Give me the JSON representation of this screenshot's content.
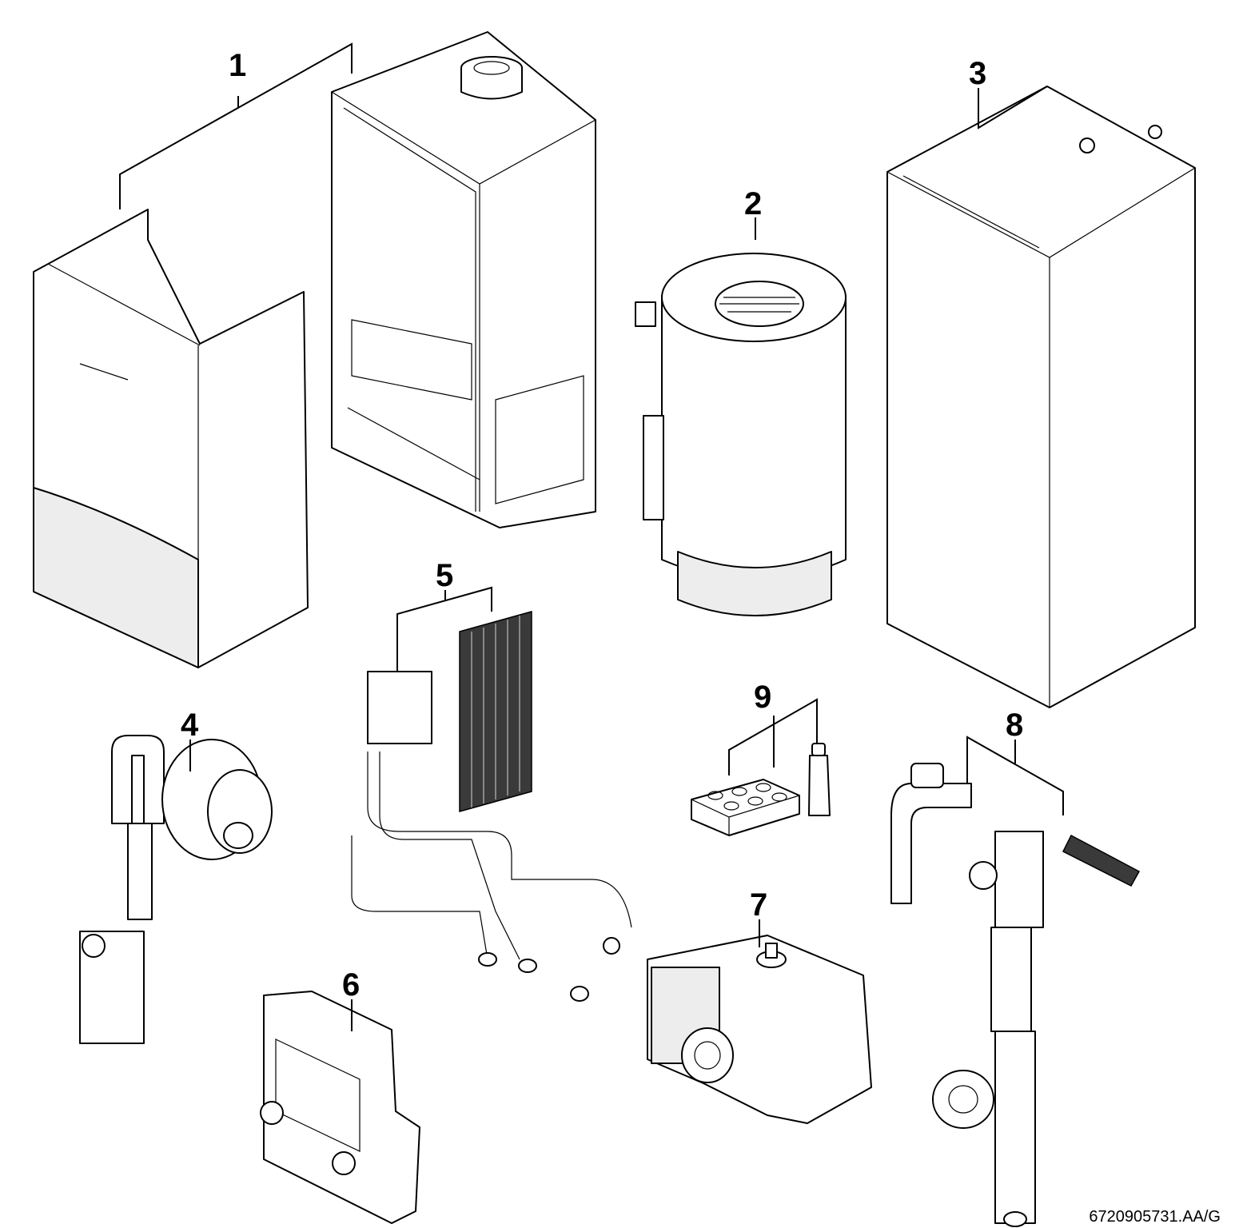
{
  "callouts": {
    "c1": "1",
    "c2": "2",
    "c3": "3",
    "c4": "4",
    "c5": "5",
    "c6": "6",
    "c7": "7",
    "c8": "8",
    "c9": "9"
  },
  "document_reference": "6720905731.AA/G"
}
